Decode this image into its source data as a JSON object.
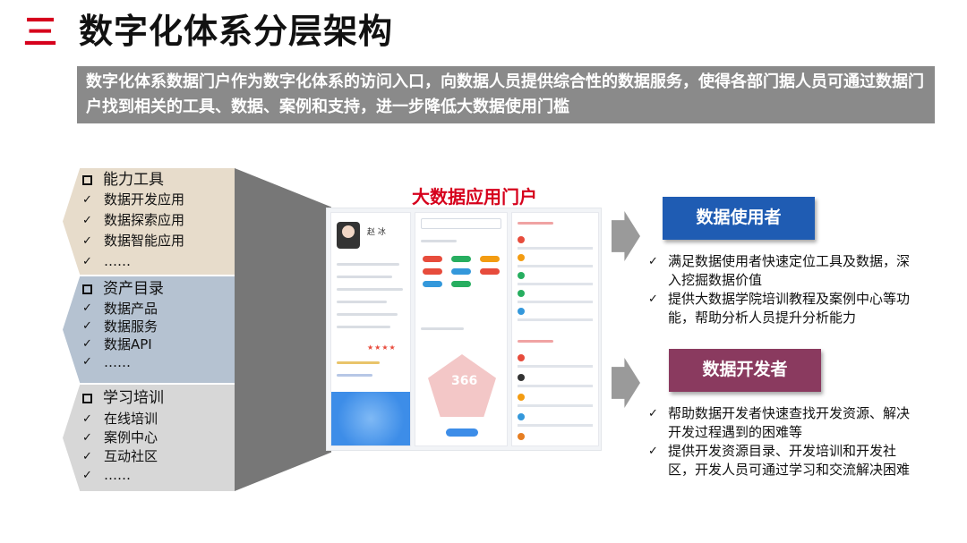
{
  "title": {
    "number": "三",
    "text": "数字化体系分层架构"
  },
  "intro": "数字化体系数据门户作为数字化体系的访问入口，向数据人员提供综合性的数据服务，使得各部门据人员可通过数据门户找到相关的工具、数据、案例和支持，进一步降低大数据使用门槛",
  "panels": [
    {
      "heading": "能力工具",
      "items": [
        "数据开发应用",
        "数据探索应用",
        "数据智能应用",
        "……"
      ]
    },
    {
      "heading": "资产目录",
      "items": [
        "数据产品",
        "数据服务",
        "数据API",
        "……"
      ]
    },
    {
      "heading": "学习培训",
      "items": [
        "在线培训",
        "案例中心",
        "互动社区",
        "……"
      ]
    }
  ],
  "portal": {
    "title": "大数据应用门户",
    "user_name": "赵 冰",
    "radar_value": "366"
  },
  "roles": [
    {
      "title": "数据使用者",
      "items": [
        "满足数据使用者快速定位工具及数据，深入挖掘数据价值",
        "提供大数据学院培训教程及案例中心等功能，帮助分析人员提升分析能力"
      ]
    },
    {
      "title": "数据开发者",
      "items": [
        "帮助数据开发者快速查找开发资源、解决开发过程遇到的困难等",
        "提供开发资源目录、开发培训和开发社区，开发人员可通过学习和交流解决困难"
      ]
    }
  ],
  "check_mark": "✓",
  "colors": {
    "accent_red": "#d6001c",
    "role_user": "#1f5cb3",
    "role_dev": "#8a3a5f",
    "intro_bg": "#8a8a8a"
  }
}
